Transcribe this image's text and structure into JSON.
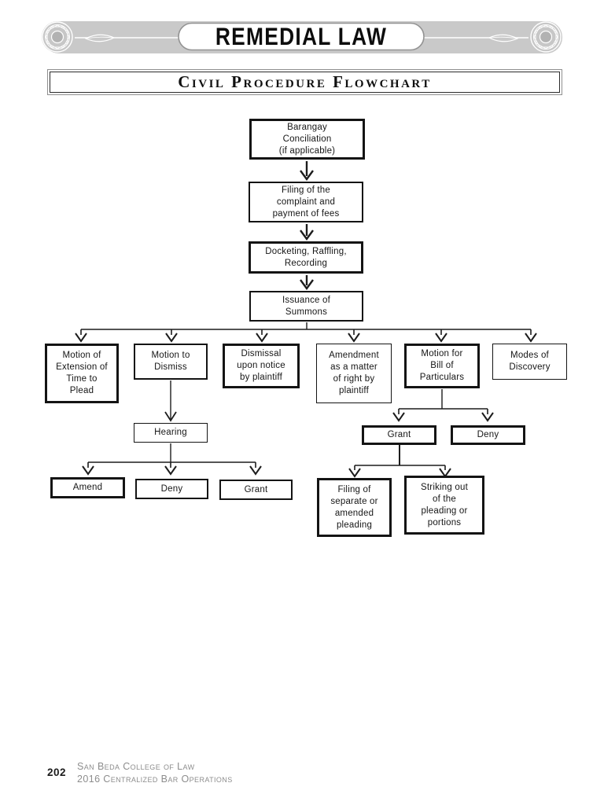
{
  "banner": {
    "title": "REMEDIAL LAW"
  },
  "page_title": "Civil Procedure Flowchart",
  "flowchart": {
    "nodes": {
      "barangay": "Barangay\nConciliation\n(if applicable)",
      "filing": "Filing of the\ncomplaint and\npayment of fees",
      "docketing": "Docketing, Raffling,\nRecording",
      "summons": "Issuance of\nSummons",
      "extension": "Motion of\nExtension of\nTime to\nPlead",
      "motion_to_dismiss": "Motion to\nDismiss",
      "dismissal": "Dismissal\nupon notice\nby plaintiff",
      "amendment": "Amendment\nas a matter\nof right by\nplaintiff",
      "bill_of_particulars": "Motion for\nBill of\nParticulars",
      "modes_of_discovery": "Modes of\nDiscovery",
      "hearing": "Hearing",
      "amend": "Amend",
      "deny_after_hearing": "Deny",
      "grant_after_hearing": "Grant",
      "grant_bill": "Grant",
      "deny_bill": "Deny",
      "filing_separate": "Filing of\nseparate or\namended\npleading",
      "striking_out": "Striking out\nof the\npleading or\nportions"
    }
  },
  "footer": {
    "page_number": "202",
    "org_line1": "San Beda College of Law",
    "org_line2": "2016 Centralized Bar Operations"
  }
}
